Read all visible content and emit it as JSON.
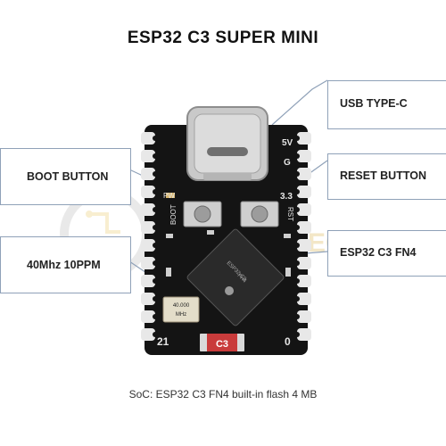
{
  "title": "ESP32 C3 SUPER MINI",
  "footer": "SoC: ESP32 C3 FN4 built-in flash 4 MB",
  "callouts": {
    "usb": "USB TYPE-C",
    "reset": "RESET BUTTON",
    "esp": "ESP32 C3 FN4",
    "boot": "BOOT BUTTON",
    "crystal": "40Mhz 10PPM"
  },
  "board": {
    "pin_5v": "5V",
    "pin_g": "G",
    "pin_33": "3.3",
    "label_pw": "PW",
    "label_boot": "BOOT",
    "label_rst": "RST",
    "pin_21": "21",
    "pin_0": "0",
    "chip_antenna": "C3",
    "crystal_freq": "40.000",
    "crystal_unit": "MHz",
    "chip_text_1": "ESP32-C3",
    "chip_text_2": "FH4"
  },
  "watermark": "ECH",
  "colors": {
    "board": "#141414",
    "pad": "#e8e8e8",
    "usb_metal": "#c9c9c9",
    "antenna": "#c93b3b",
    "callout_line": "#8fa1b8"
  }
}
